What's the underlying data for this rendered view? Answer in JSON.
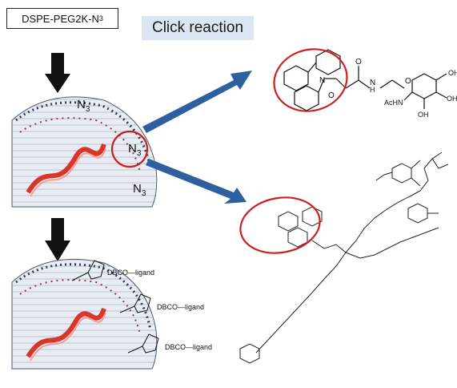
{
  "header": {
    "lipid_label_prefix": "DSPE-PEG2K-N",
    "lipid_label_sub": "3",
    "reaction_label": "Click reaction"
  },
  "nanoparticle_top": {
    "azide_prefix": "N",
    "azide_sub": "3"
  },
  "nanoparticle_bottom": {
    "ligand_label": "DBCO—ligand"
  },
  "structure_top": {
    "o_label": "O",
    "n_label": "N",
    "nh_label": "N",
    "h_label": "H",
    "oh_label": "OH",
    "achn_label": "AcHN"
  },
  "colors": {
    "arrow_black": "#111111",
    "arrow_blue": "#2e5f9e",
    "highlight_red": "#cc1f1f",
    "rna_red": "#d9362a",
    "click_bg": "#dbe6f2"
  }
}
